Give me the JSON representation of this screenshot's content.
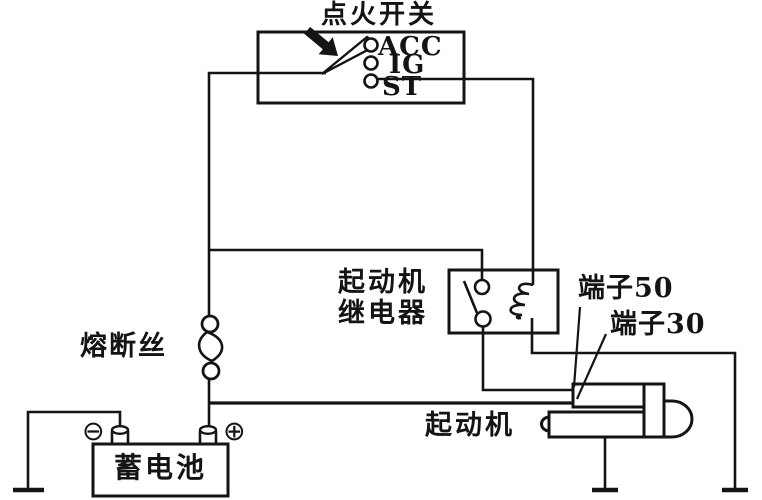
{
  "ignition_switch": {
    "label": "点火开关",
    "positions": [
      {
        "label": "ACC"
      },
      {
        "label": "IG"
      },
      {
        "label": "ST"
      }
    ]
  },
  "starter_relay": {
    "label_line1": "起动机",
    "label_line2": "继电器"
  },
  "fuse": {
    "label": "熔断丝"
  },
  "battery": {
    "label": "蓄电池",
    "negative_terminal_symbol": "⊖",
    "positive_terminal_symbol": "⊕"
  },
  "starter_motor": {
    "label": "起动机"
  },
  "terminals": [
    {
      "label": "端子50"
    },
    {
      "label": "端子30"
    }
  ],
  "colors": {
    "line": "#141414",
    "background": "#ffffff"
  }
}
